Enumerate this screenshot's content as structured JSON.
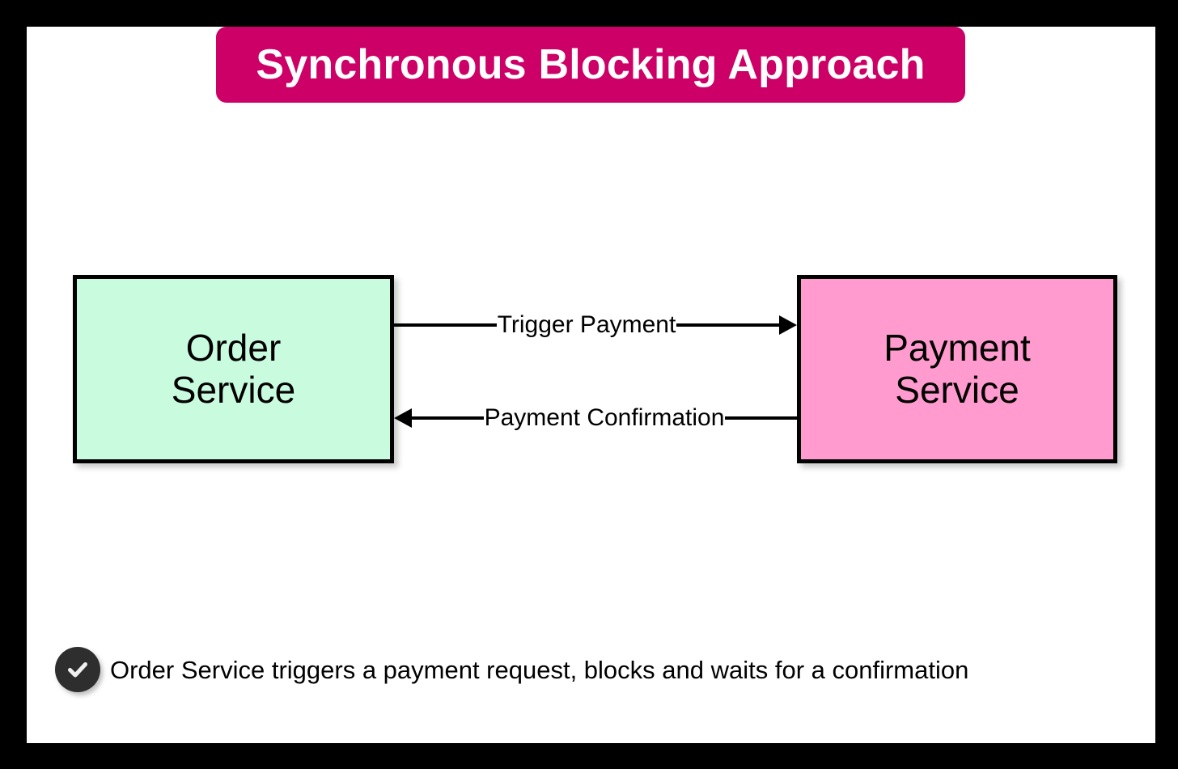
{
  "title": {
    "text": "Synchronous Blocking Approach",
    "background_color": "#cc0066",
    "text_color": "#ffffff"
  },
  "nodes": [
    {
      "id": "order-service",
      "label": "Order\nService",
      "line1": "Order",
      "line2": "Service",
      "fill_color": "#c9fbdf",
      "border_color": "#000000"
    },
    {
      "id": "payment-service",
      "label": "Payment\nService",
      "line1": "Payment",
      "line2": "Service",
      "fill_color": "#ff9bce",
      "border_color": "#000000"
    }
  ],
  "edges": [
    {
      "id": "trigger-payment",
      "label": "Trigger Payment",
      "from": "order-service",
      "to": "payment-service",
      "direction": "right"
    },
    {
      "id": "payment-confirmation",
      "label": "Payment Confirmation",
      "from": "payment-service",
      "to": "order-service",
      "direction": "left"
    }
  ],
  "caption": {
    "icon": "check-circle-icon",
    "text": "Order Service triggers a payment request, blocks and waits for a confirmation",
    "icon_background": "#2e2e2e",
    "icon_mark_color": "#f0f0f0"
  },
  "canvas": {
    "background_color": "#ffffff",
    "frame_color": "#000000"
  }
}
